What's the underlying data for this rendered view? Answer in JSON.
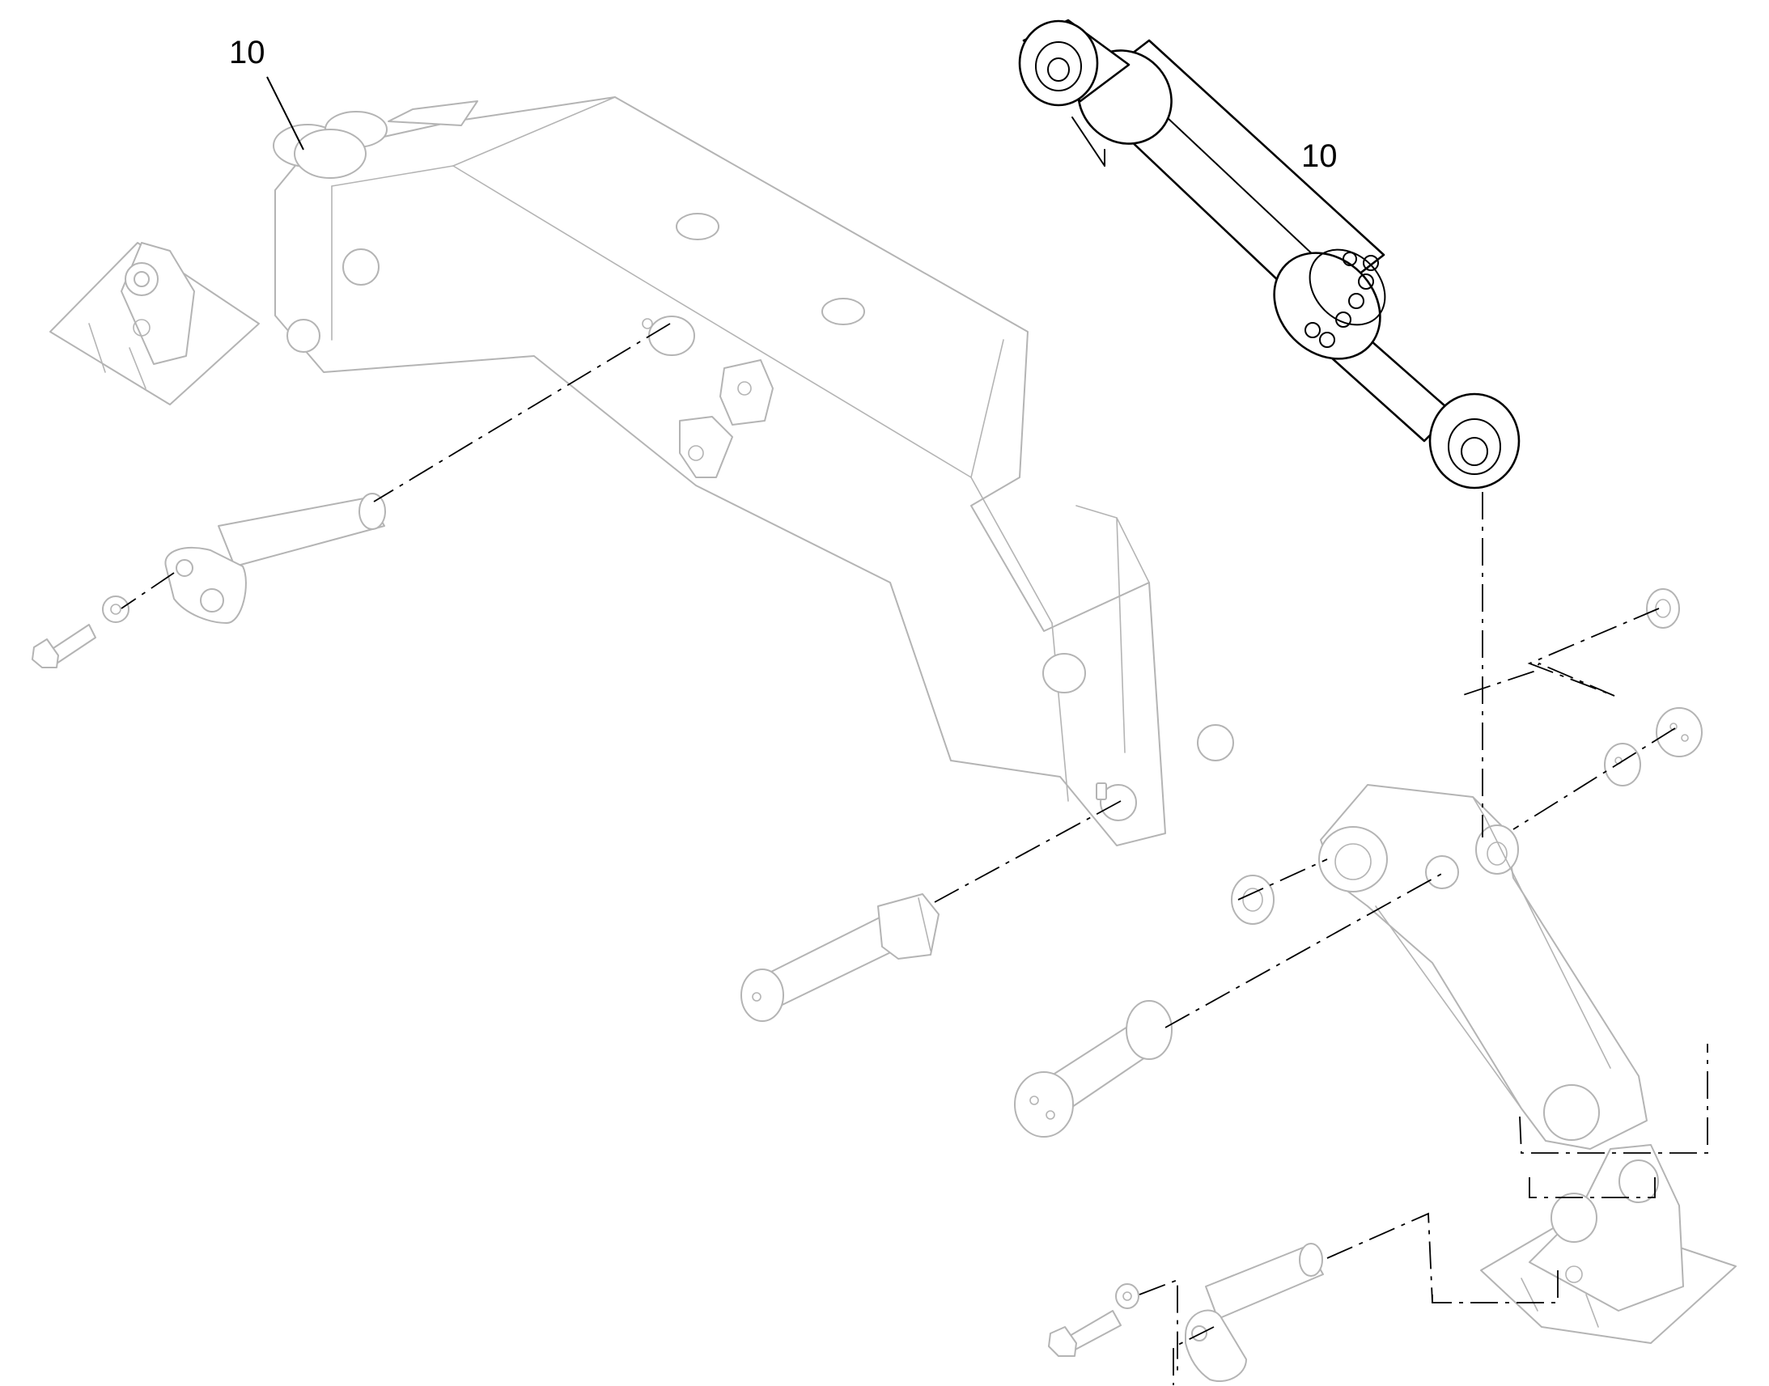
{
  "callouts": [
    {
      "id": "callout-left",
      "text": "10"
    },
    {
      "id": "callout-right",
      "text": "10"
    }
  ],
  "colors": {
    "highlight": "#000000",
    "ghost": "#b4b4b4",
    "background": "#ffffff"
  }
}
